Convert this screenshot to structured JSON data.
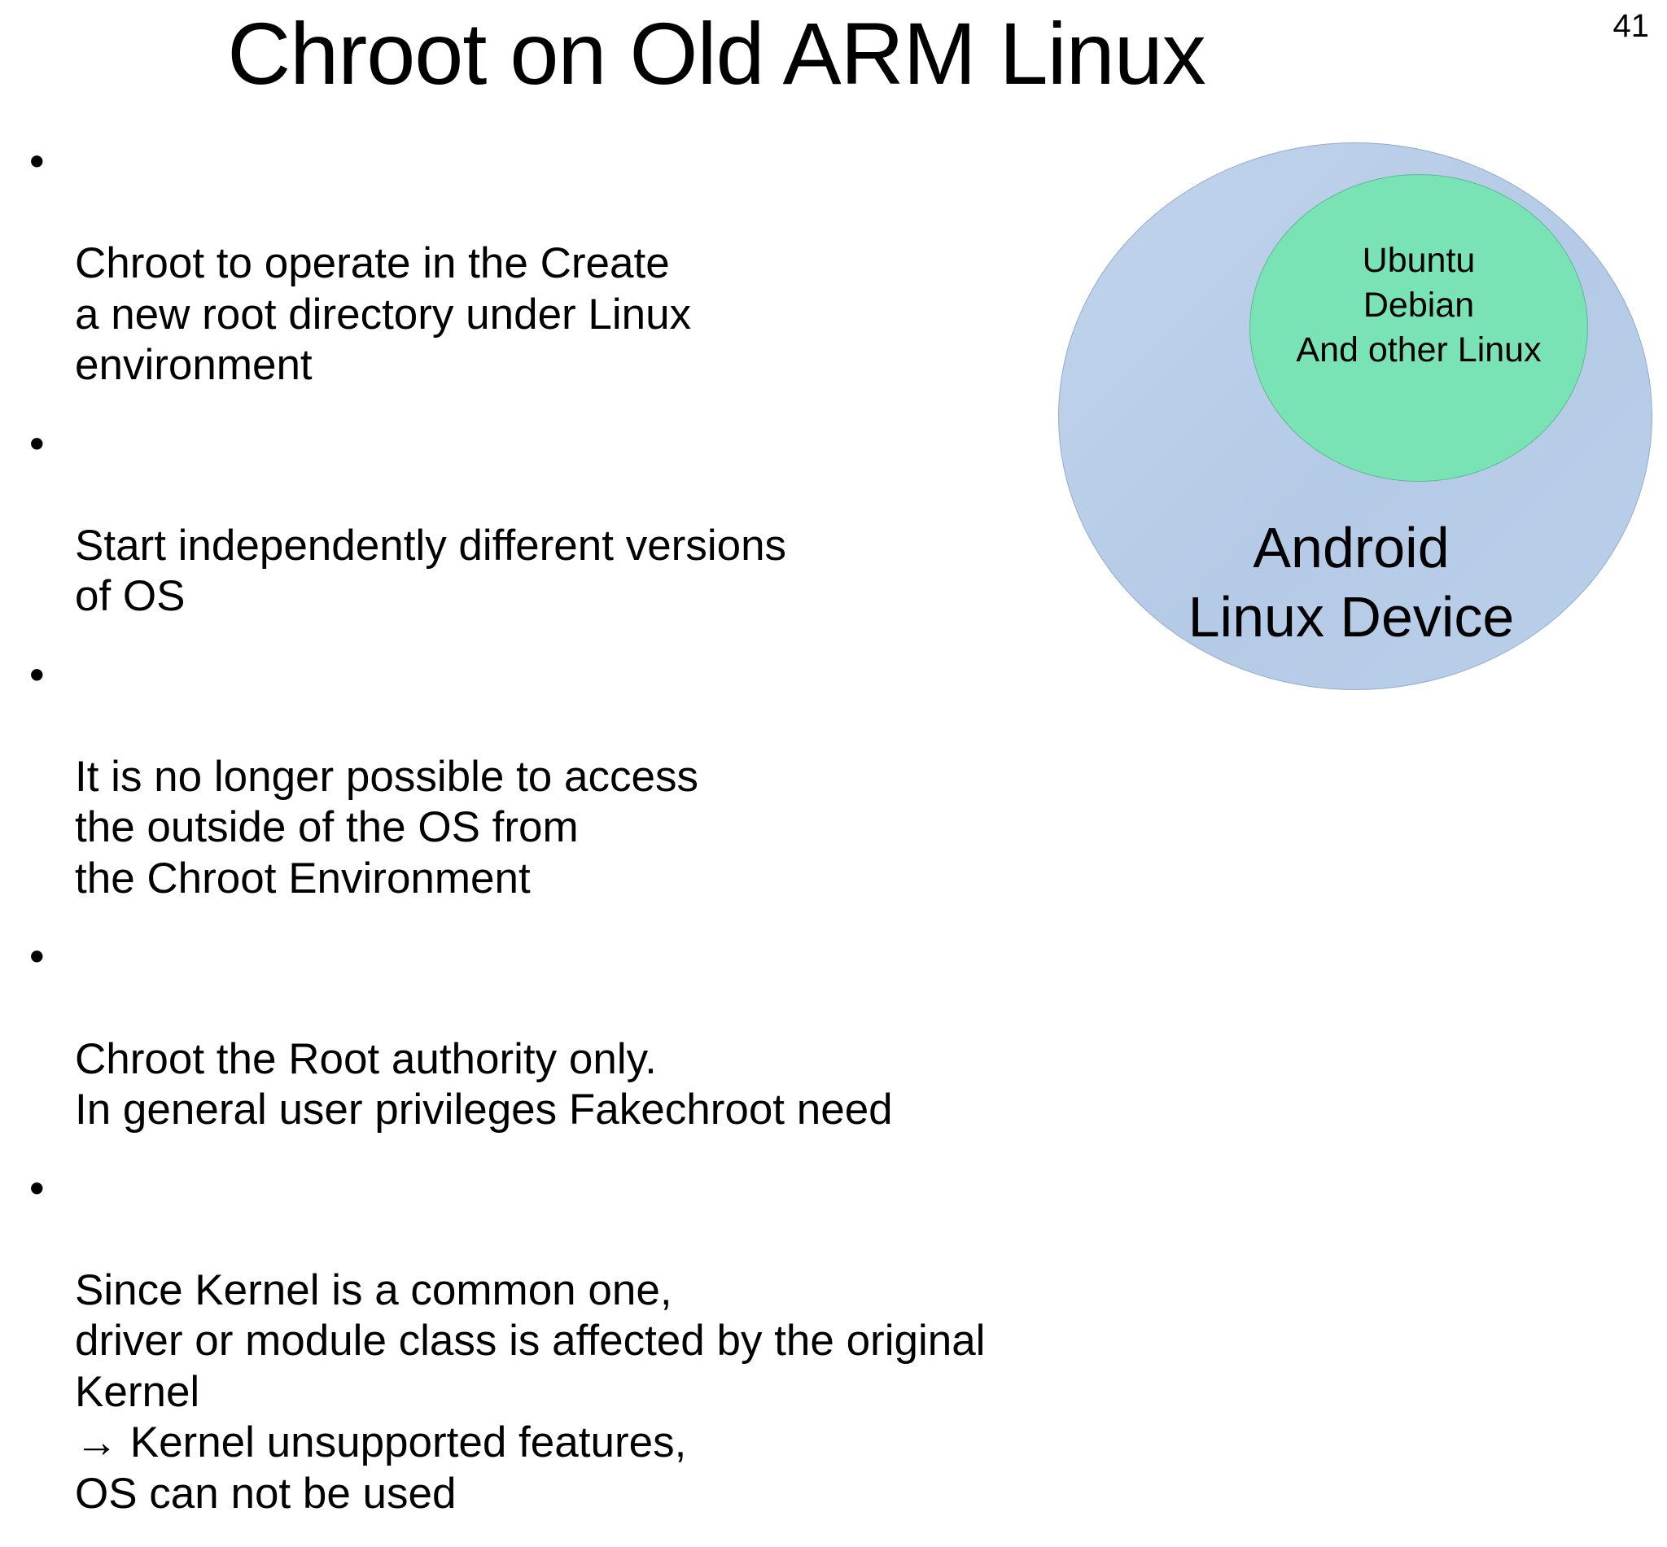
{
  "slide": {
    "page_number": "41",
    "title": "Chroot on Old ARM Linux",
    "bullets": [
      {
        "marker": "•",
        "text": "Chroot to operate in the Create\na new root directory under Linux\nenvironment"
      },
      {
        "marker": "•",
        "text": "Start independently different versions\n of OS"
      },
      {
        "marker": "•",
        "text": "It is no longer possible to access\nthe outside of the OS from\nthe Chroot Environment"
      },
      {
        "marker": "•",
        "text": "Chroot the Root authority only.\nIn general user privileges Fakechroot need"
      },
      {
        "marker": "•",
        "text": "Since Kernel is a common one,\ndriver or module class is affected by the original\nKernel\n  → Kernel unsupported features,\n     OS can not be used"
      }
    ],
    "diagram": {
      "outer_label": "Android\nLinux Device",
      "inner_label": "Ubuntu\nDebian\nAnd other Linux",
      "outer_color": "#b4cae6",
      "outer_border_color": "#8faccf",
      "inner_color": "#79e3b6",
      "inner_border_color": "#5fb894"
    }
  }
}
